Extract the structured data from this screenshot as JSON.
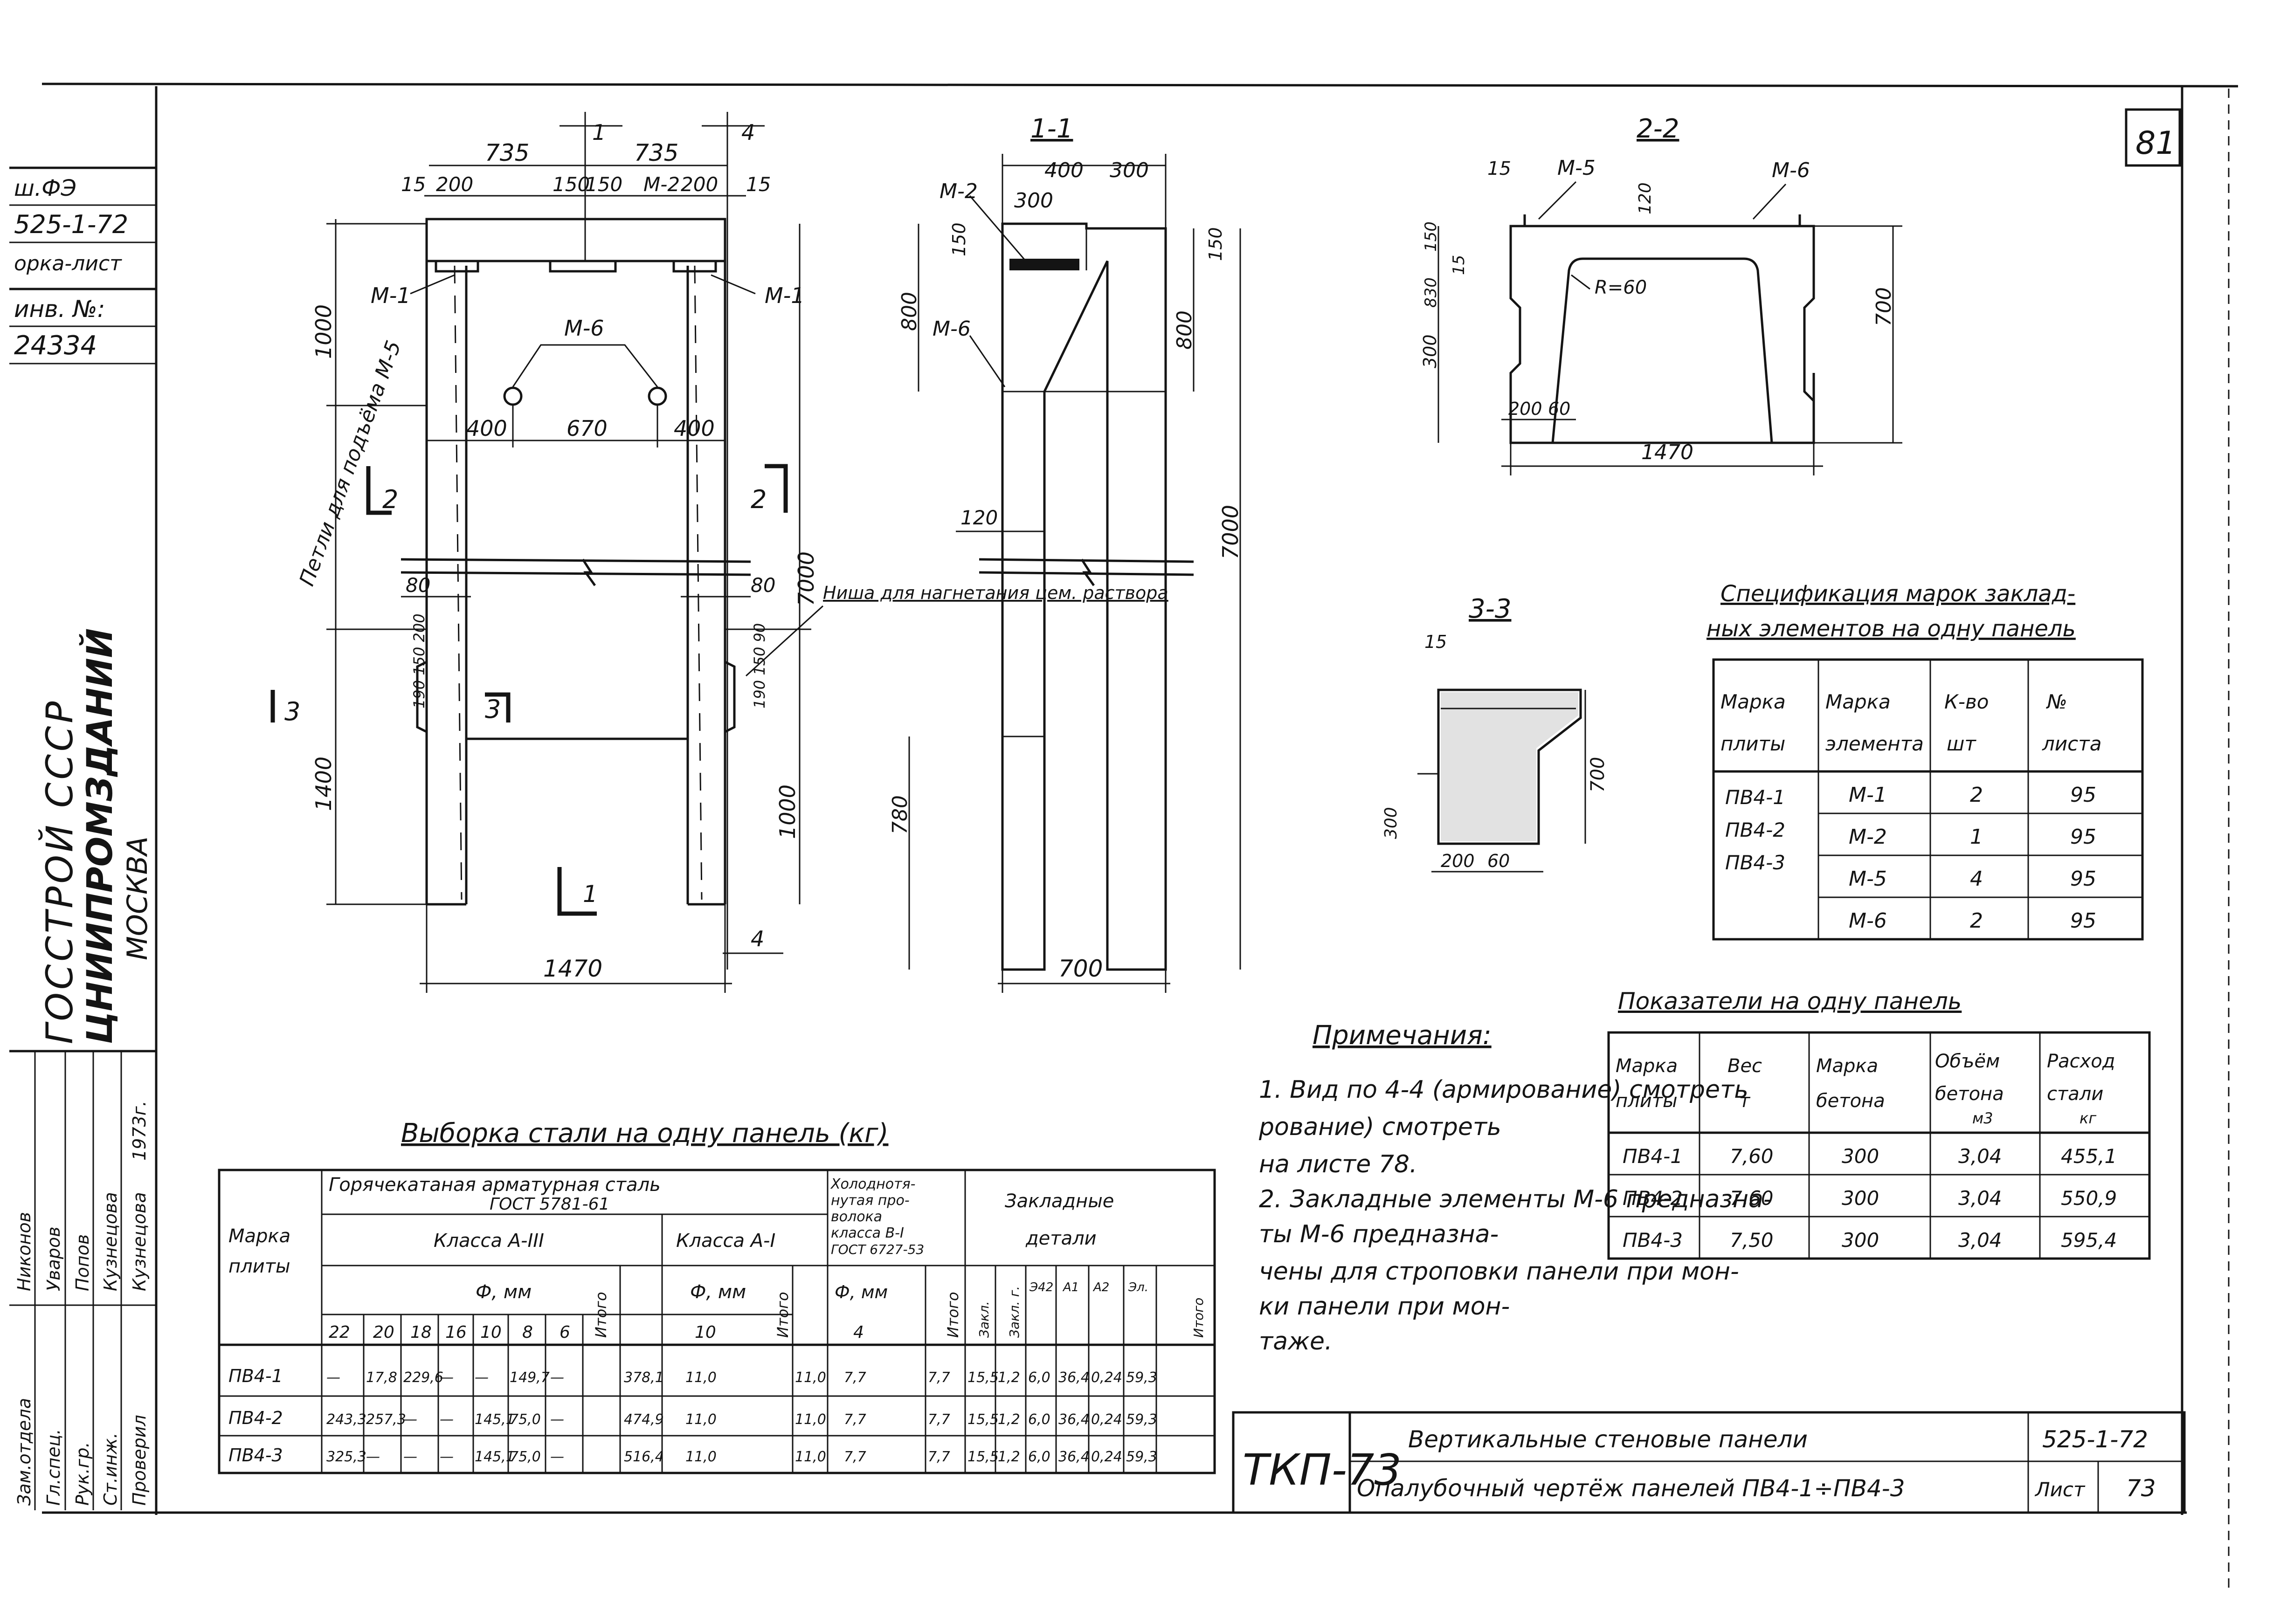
{
  "sheet_number": "81",
  "left_strip": {
    "code": "ш.ФЭ",
    "series": "525-1-72",
    "sheet_label": "орка-лист",
    "inv_label": "инв. №:",
    "inv_number": "24334",
    "org_line1": "ГОССТРОЙ СССР",
    "org_line2": "ЦНИИПРОМЗДАНИЙ",
    "org_line3": "МОСКВА",
    "signatures": [
      {
        "role": "Зам.отдела",
        "name": "Никонов"
      },
      {
        "role": "Гл.спец.",
        "name": "Уваров"
      },
      {
        "role": "Рук.гр.",
        "name": "Попов"
      },
      {
        "role": "Ст.инж.",
        "name": "Кузнецова"
      },
      {
        "role": "Проверил",
        "name": "Кузнецова"
      }
    ],
    "date": "1973г."
  },
  "front_view": {
    "dims_top": [
      "735",
      "735"
    ],
    "dims_second": [
      "15",
      "200",
      "150",
      "150",
      "200",
      "15"
    ],
    "dims_holes": [
      "400",
      "670",
      "400"
    ],
    "dims_left": [
      "1000",
      "1400"
    ],
    "dims_right": [
      "7000",
      "1000"
    ],
    "dims_small": [
      "190",
      "150",
      "200",
      "90"
    ],
    "dim_bottom": "1470",
    "sec_marks": [
      "1",
      "4",
      "2",
      "2",
      "3",
      "3",
      "1",
      "4"
    ],
    "markers": [
      "М-1",
      "М-1",
      "М-2",
      "М-6"
    ],
    "side_dim_80": "80",
    "note_loops": "Петли для подъёма М-5",
    "note_niche": "Ниша для нагнетания цем. раствора"
  },
  "section_1_1": {
    "title": "1-1",
    "dims_top": [
      "400",
      "300"
    ],
    "dim_300": "300",
    "dims_150": "150",
    "dims_800": [
      "800",
      "800"
    ],
    "dim_120": "120",
    "dim_7000": "7000",
    "dim_780": "780",
    "dim_bottom": "700",
    "markers": [
      "М-2",
      "М-6"
    ]
  },
  "section_2_2": {
    "title": "2-2",
    "markers": [
      "М-5",
      "М-6"
    ],
    "dims": [
      "15",
      "120",
      "150",
      "830",
      "15",
      "300",
      "200",
      "60",
      "700"
    ],
    "radius": "R=60",
    "dim_bottom": "1470"
  },
  "section_3_3": {
    "title": "3-3",
    "dims": [
      "15",
      "300",
      "200",
      "60",
      "700"
    ]
  },
  "embedded_spec": {
    "title": "Спецификация марок закладных элементов на одну панель",
    "headers": [
      "Марка плиты",
      "Марка элемента",
      "К-во шт",
      "№ листа"
    ],
    "plates": [
      "ПВ4-1",
      "ПВ4-2",
      "ПВ4-3"
    ],
    "rows": [
      [
        "М-1",
        "2",
        "95"
      ],
      [
        "М-2",
        "1",
        "95"
      ],
      [
        "М-5",
        "4",
        "95"
      ],
      [
        "М-6",
        "2",
        "95"
      ]
    ]
  },
  "indicators": {
    "title": "Показатели на одну панель",
    "headers": [
      "Марка плиты",
      "Вес т",
      "Марка бетона",
      "Объём бетона м3",
      "Расход стали кг"
    ],
    "rows": [
      [
        "ПВ4-1",
        "7,60",
        "300",
        "3,04",
        "455,1"
      ],
      [
        "ПВ4-2",
        "7,60",
        "300",
        "3,04",
        "550,9"
      ],
      [
        "ПВ4-3",
        "7,50",
        "300",
        "3,04",
        "595,4"
      ]
    ]
  },
  "notes": {
    "title": "Примечания:",
    "lines": [
      "1. Вид по 4-4 (армирование) смотреть",
      "на листе 78.",
      "2. Закладные элементы М-6 предназна-",
      "чены для строповки панели при мон-",
      "таже."
    ]
  },
  "steel_table": {
    "title": "Выборка стали на одну панель (кг)",
    "h_plate": "Марка плиты",
    "h_hot": "Горячекатаная арматурная сталь ГОСТ 5781-61",
    "h_class3": "Класса А-III",
    "h_class1": "Класса А-I",
    "h_cold": "Холоднотянутая проволока класса В-I ГОСТ 6727-53",
    "h_emb": "Закладные детали",
    "h_diam": "Ф, мм",
    "h_total": "Итого",
    "diam3": [
      "22",
      "20",
      "18",
      "16",
      "10",
      "8",
      "6"
    ],
    "diam1": "10",
    "diam_cold": "4",
    "emb_cols": [
      "Закл.",
      "Закл. г.",
      "Э42",
      "А1",
      "А2",
      "Эл.",
      "Итого"
    ],
    "rows": [
      [
        "ПВ4-1",
        "—",
        "17,8",
        "229,6",
        "—",
        "—",
        "149,7",
        "—",
        "378,1",
        "11,0",
        "11,0",
        "7,7",
        "7,7",
        "15,5",
        "1,2",
        "6,0",
        "36,4",
        "0,24",
        "59,3"
      ],
      [
        "ПВ4-2",
        "243,3",
        "257,3",
        "—",
        "—",
        "145,1",
        "75,0",
        "—",
        "474,9",
        "11,0",
        "11,0",
        "7,7",
        "7,7",
        "15,5",
        "1,2",
        "6,0",
        "36,4",
        "0,24",
        "59,3"
      ],
      [
        "ПВ4-3",
        "325,3",
        "—",
        "—",
        "—",
        "145,1",
        "75,0",
        "—",
        "516,4",
        "11,0",
        "11,0",
        "7,7",
        "7,7",
        "15,5",
        "1,2",
        "6,0",
        "36,4",
        "0,24",
        "59,3"
      ]
    ]
  },
  "title_block": {
    "code": "ТКП-73",
    "line1": "Вертикальные стеновые панели",
    "line2": "Опалубочный чертёж панелей ПВ4-1÷ПВ4-3",
    "series": "525-1-72",
    "sheet_label": "Лист",
    "sheet_num": "73"
  }
}
